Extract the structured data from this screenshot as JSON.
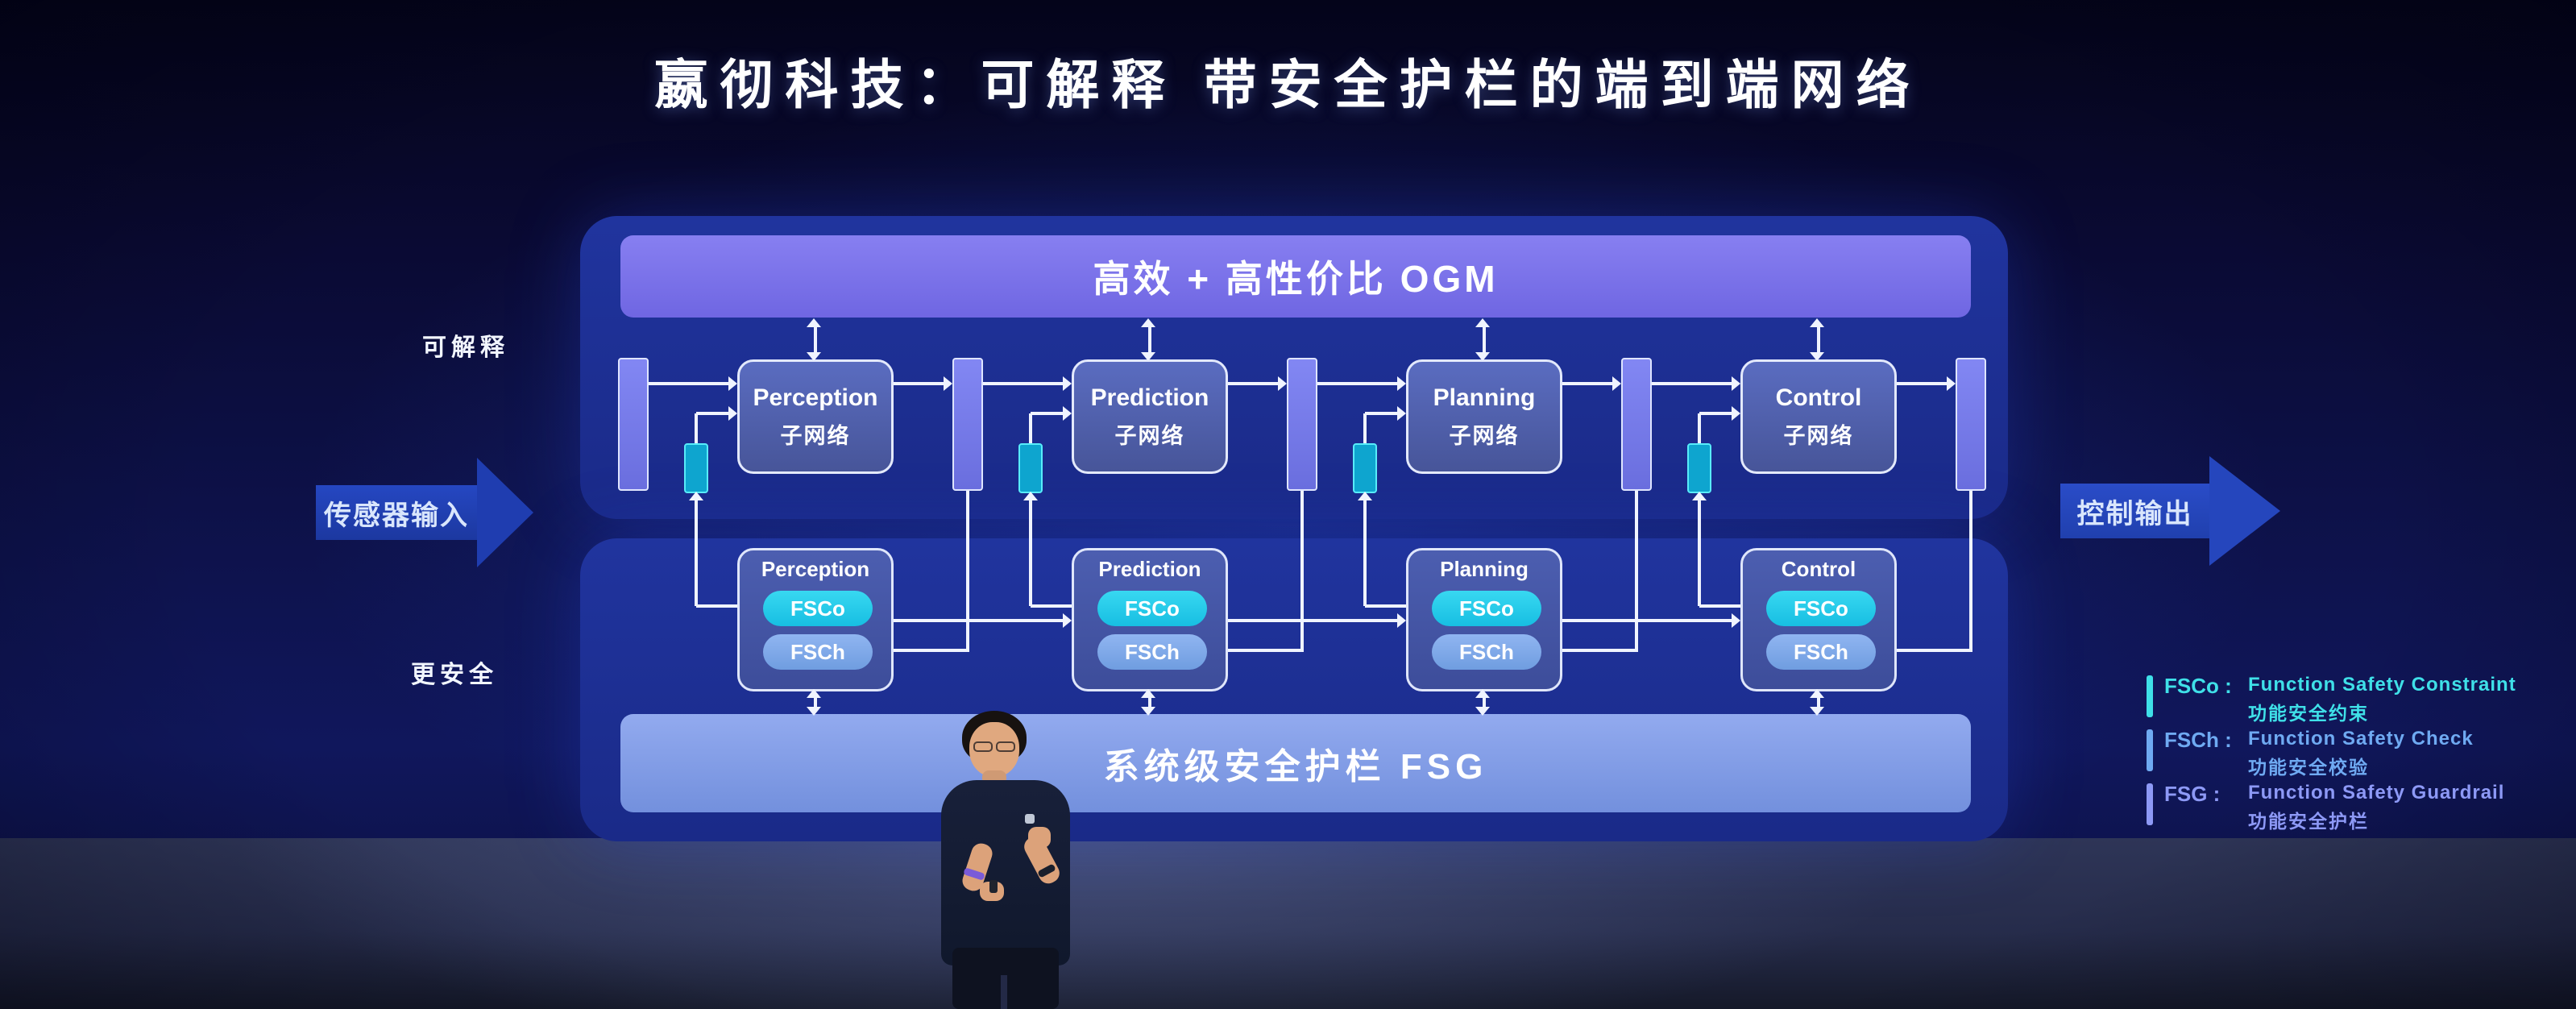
{
  "title": "嬴彻科技：可解释 带安全护栏的端到端网络",
  "side_labels": {
    "explainable": "可解释",
    "safer": "更安全"
  },
  "io": {
    "input": "传感器输入",
    "output": "控制输出"
  },
  "ogm": {
    "label": "高效 + 高性价比 OGM"
  },
  "fsg": {
    "label": "系统级安全护栏 FSG"
  },
  "labels": {
    "subnet": "子网络",
    "fsco": "FSCo",
    "fsch": "FSCh"
  },
  "stages": [
    {
      "name": "Perception"
    },
    {
      "name": "Prediction"
    },
    {
      "name": "Planning"
    },
    {
      "name": "Control"
    }
  ],
  "legend": {
    "items": [
      {
        "abbr": "FSCo :",
        "en": "Function Safety Constraint",
        "zh": "功能安全约束",
        "color": "#3fe0e8"
      },
      {
        "abbr": "FSCh :",
        "en": "Function Safety Check",
        "zh": "功能安全校验",
        "color": "#6faaf2"
      },
      {
        "abbr": "FSG :",
        "en": "Function Safety Guardrail",
        "zh": "功能安全护栏",
        "color": "#8d99f6"
      }
    ]
  },
  "colors": {
    "background_top": "#04041a",
    "background_blue": "#10175c",
    "panel": "#1c2d93",
    "ogm_bar": "#7b72e9",
    "fsg_bar": "#7f9ce4",
    "subnet_box": "#4f60b0",
    "feature_bar": "#757ae8",
    "constraint_port": "#0ea5cf",
    "fsco_pill": "#25c8e8",
    "fsch_pill": "#7fa9e6",
    "connector": "#f0f4ff",
    "io_arrow": "#1f3db0"
  }
}
